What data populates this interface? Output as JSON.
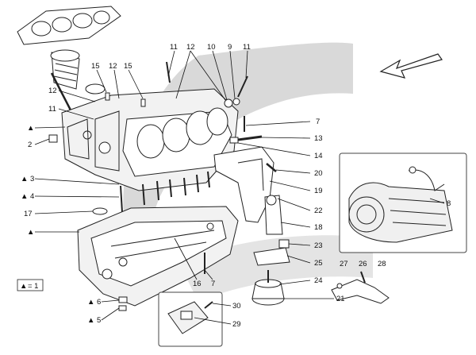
{
  "legend": {
    "marker": "▲",
    "text": "= 1"
  },
  "callouts": [
    {
      "id": "c11a",
      "label": "11",
      "marked": false
    },
    {
      "id": "c12a",
      "label": "12",
      "marked": false
    },
    {
      "id": "c10",
      "label": "10",
      "marked": false
    },
    {
      "id": "c9",
      "label": "9",
      "marked": false
    },
    {
      "id": "c11b",
      "label": "11",
      "marked": false
    },
    {
      "id": "c15a",
      "label": "15",
      "marked": false
    },
    {
      "id": "c12b",
      "label": "12",
      "marked": false
    },
    {
      "id": "c15b",
      "label": "15",
      "marked": false
    },
    {
      "id": "c12c",
      "label": "12",
      "marked": false
    },
    {
      "id": "c11c",
      "label": "11",
      "marked": false
    },
    {
      "id": "cT1",
      "label": "",
      "marked": true
    },
    {
      "id": "c2",
      "label": "2",
      "marked": false
    },
    {
      "id": "c7a",
      "label": "7",
      "marked": false
    },
    {
      "id": "c13",
      "label": "13",
      "marked": false
    },
    {
      "id": "c14",
      "label": "14",
      "marked": false
    },
    {
      "id": "c20",
      "label": "20",
      "marked": false
    },
    {
      "id": "c3",
      "label": "3",
      "marked": true
    },
    {
      "id": "c4",
      "label": "4",
      "marked": true
    },
    {
      "id": "c19",
      "label": "19",
      "marked": false
    },
    {
      "id": "c8",
      "label": "8",
      "marked": false
    },
    {
      "id": "c17",
      "label": "17",
      "marked": false
    },
    {
      "id": "c22",
      "label": "22",
      "marked": false
    },
    {
      "id": "c18",
      "label": "18",
      "marked": false
    },
    {
      "id": "cT2",
      "label": "",
      "marked": true
    },
    {
      "id": "c23",
      "label": "23",
      "marked": false
    },
    {
      "id": "c25",
      "label": "25",
      "marked": false
    },
    {
      "id": "c16",
      "label": "16",
      "marked": false
    },
    {
      "id": "c7b",
      "label": "7",
      "marked": false
    },
    {
      "id": "c27",
      "label": "27",
      "marked": false
    },
    {
      "id": "c26",
      "label": "26",
      "marked": false
    },
    {
      "id": "c28",
      "label": "28",
      "marked": false
    },
    {
      "id": "c24",
      "label": "24",
      "marked": false
    },
    {
      "id": "c21",
      "label": "21",
      "marked": false
    },
    {
      "id": "c6",
      "label": "6",
      "marked": true
    },
    {
      "id": "c30",
      "label": "30",
      "marked": false
    },
    {
      "id": "c5",
      "label": "5",
      "marked": true
    },
    {
      "id": "c29",
      "label": "29",
      "marked": false
    }
  ]
}
